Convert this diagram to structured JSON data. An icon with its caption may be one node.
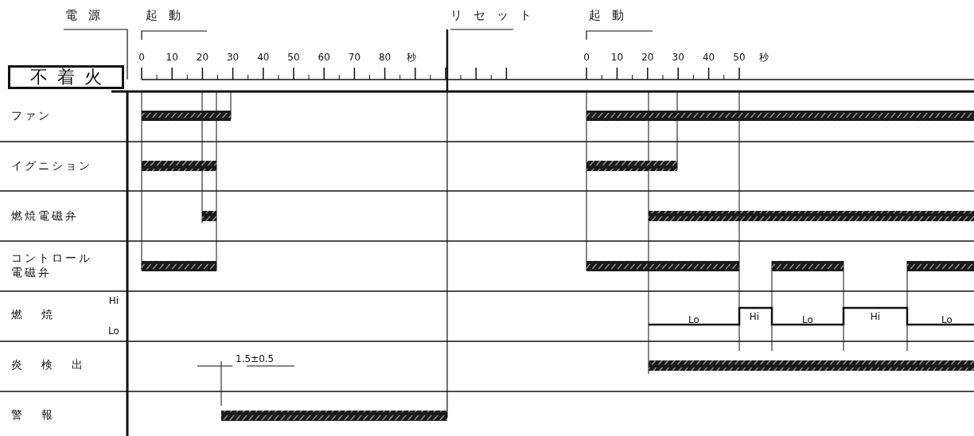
{
  "diagram": {
    "nodes": [
      {
        "text": [
          "不着火"
        ]
      }
    ],
    "labels": [
      "電源",
      "起動",
      "リセット",
      "起動",
      "0",
      "10",
      "20",
      "30",
      "40",
      "50",
      "60",
      "70",
      "80",
      "秒",
      "0",
      "10",
      "20",
      "30",
      "40",
      "50",
      "秒",
      "ファン",
      "イグニション",
      "燃焼電磁弁",
      "コントロール電磁弁",
      "燃焼",
      "Hi",
      "Lo",
      "炎検出",
      "1.5±0.5",
      "警報",
      "Lo",
      "Hi",
      "Lo",
      "Hi",
      "Lo"
    ]
  }
}
